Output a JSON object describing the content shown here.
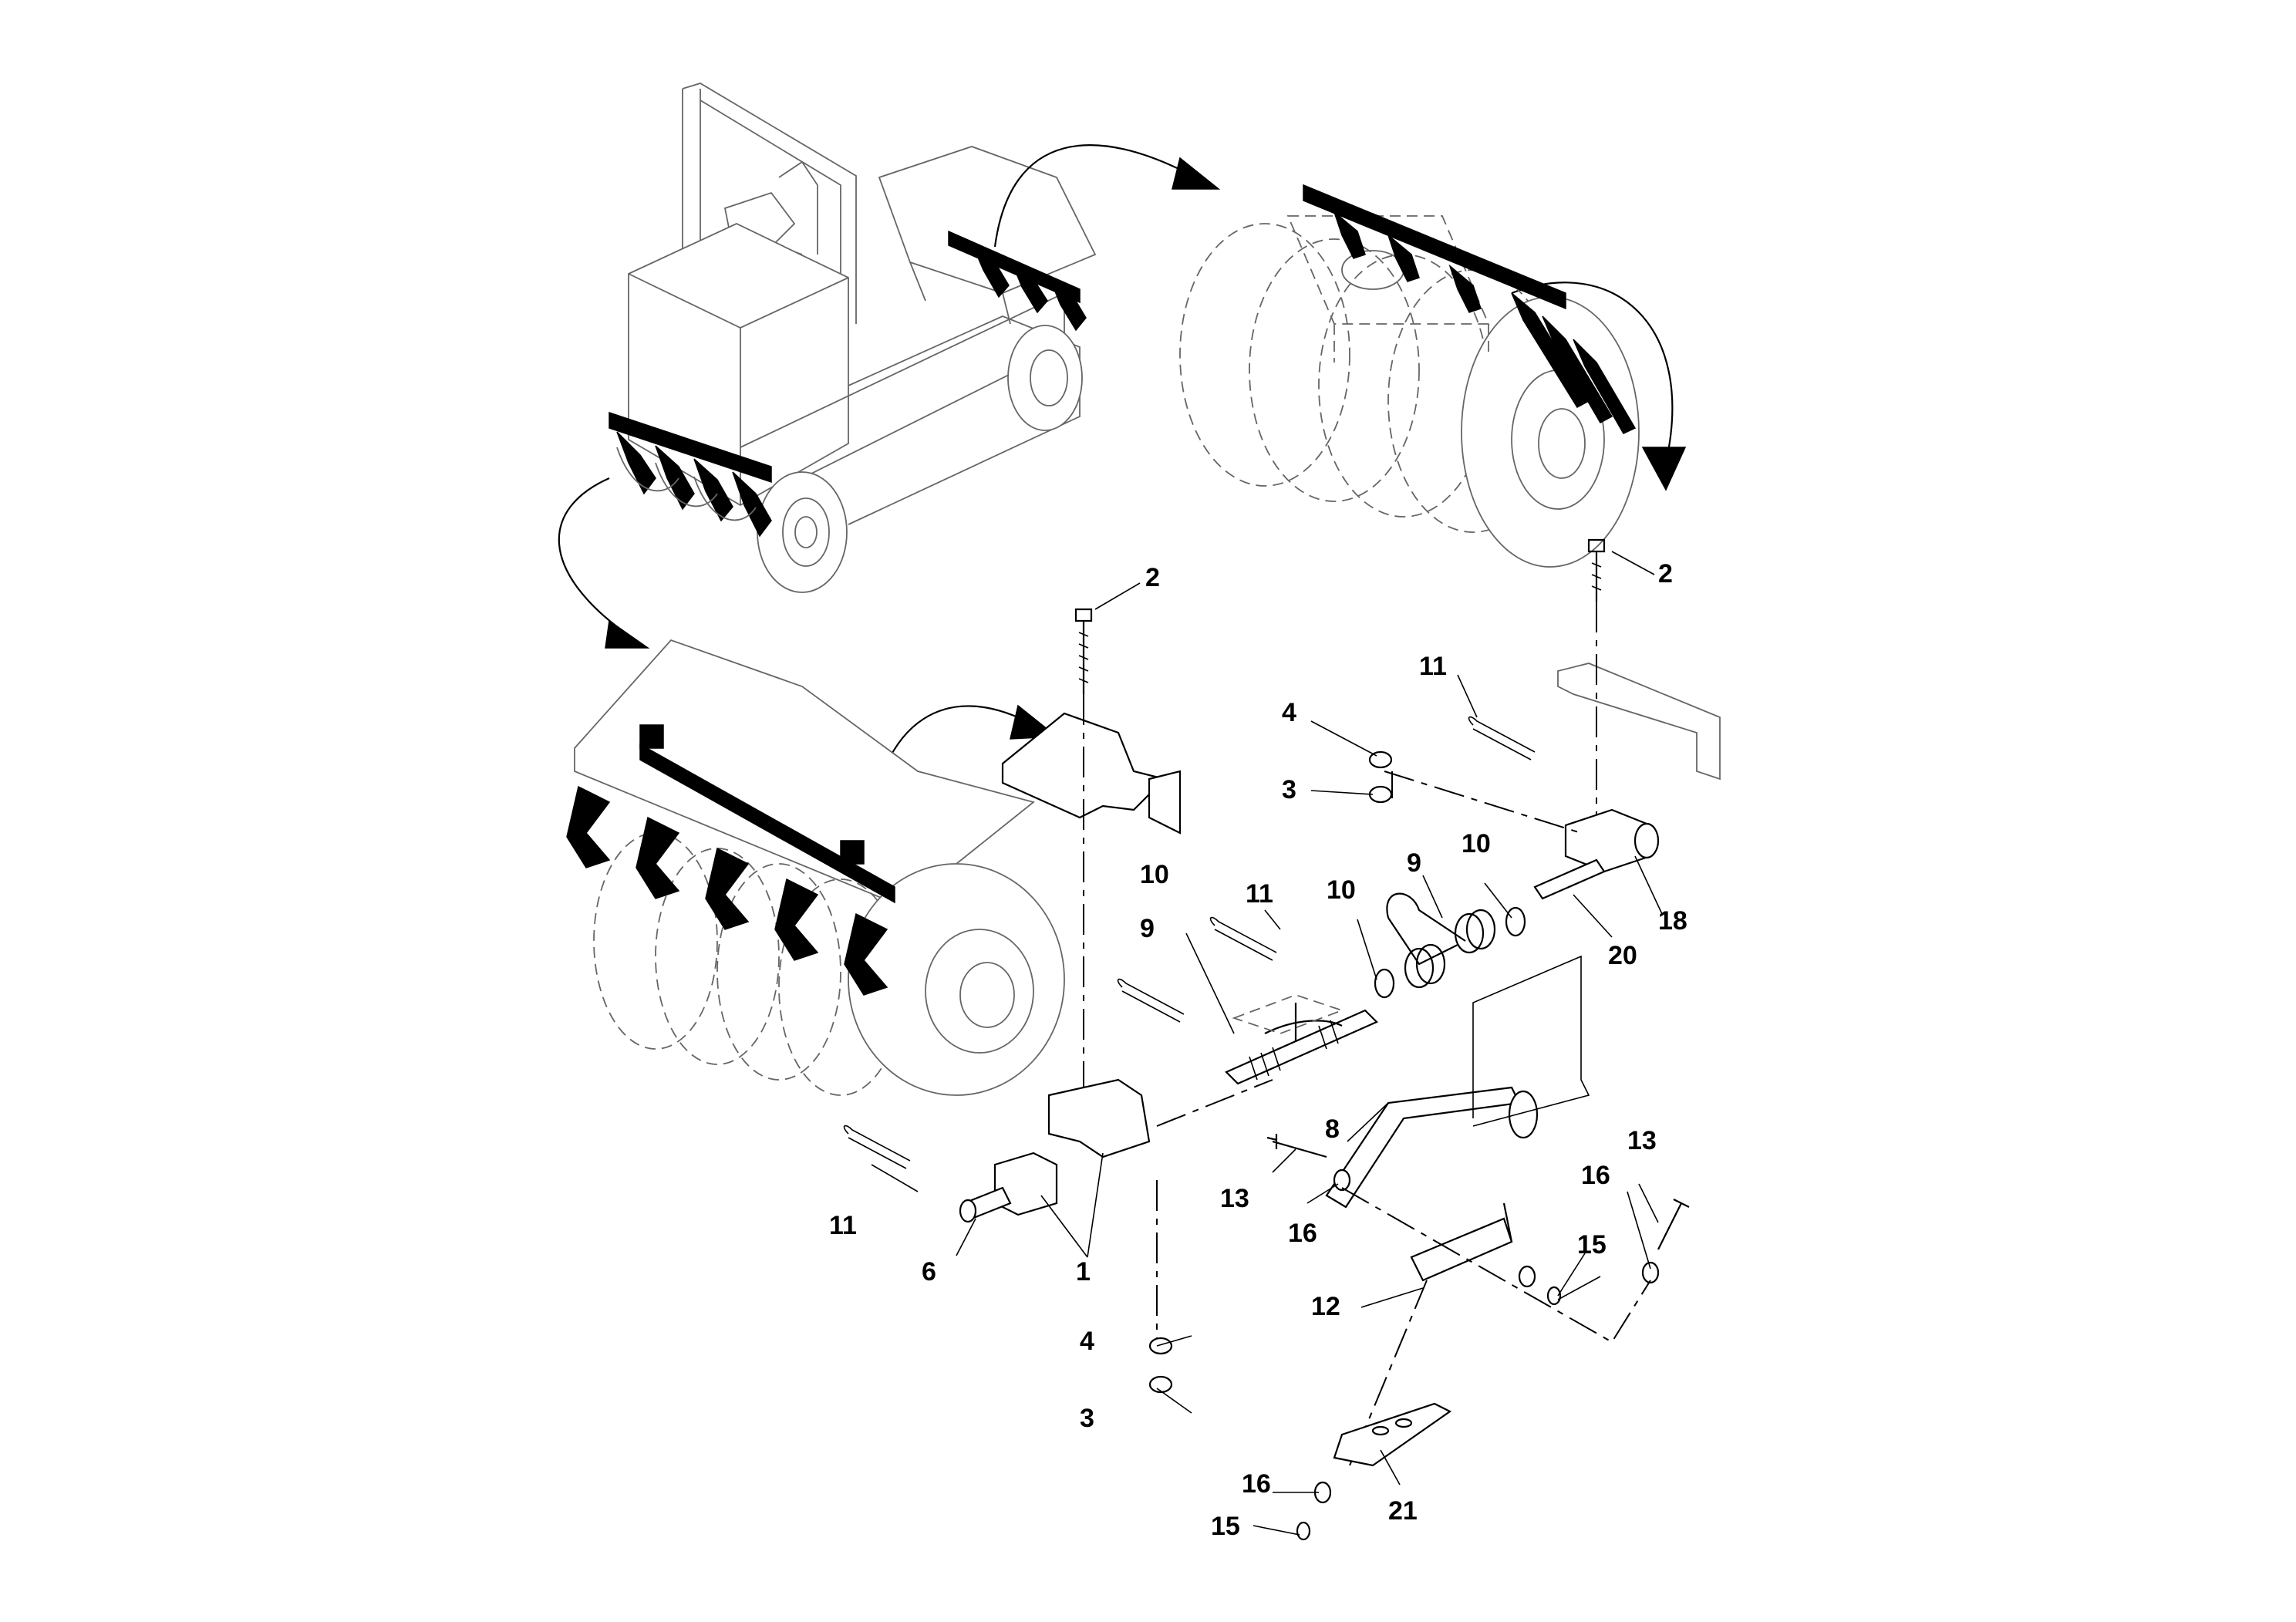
{
  "callouts": {
    "n1": "1",
    "n2a": "2",
    "n2b": "2",
    "n3a": "3",
    "n3b": "3",
    "n4a": "4",
    "n4b": "4",
    "n6": "6",
    "n8": "8",
    "n9a": "9",
    "n9b": "9",
    "n10a": "10",
    "n10b": "10",
    "n10c": "10",
    "n11a": "11",
    "n11b": "11",
    "n11c": "11",
    "n12": "12",
    "n13a": "13",
    "n13b": "13",
    "n15a": "15",
    "n15b": "15",
    "n16a": "16",
    "n16b": "16",
    "n16c": "16",
    "n18": "18",
    "n20": "20",
    "n21": "21"
  },
  "colors": {
    "line": "#000000",
    "hidden_line": "#666666",
    "background": "#ffffff"
  }
}
